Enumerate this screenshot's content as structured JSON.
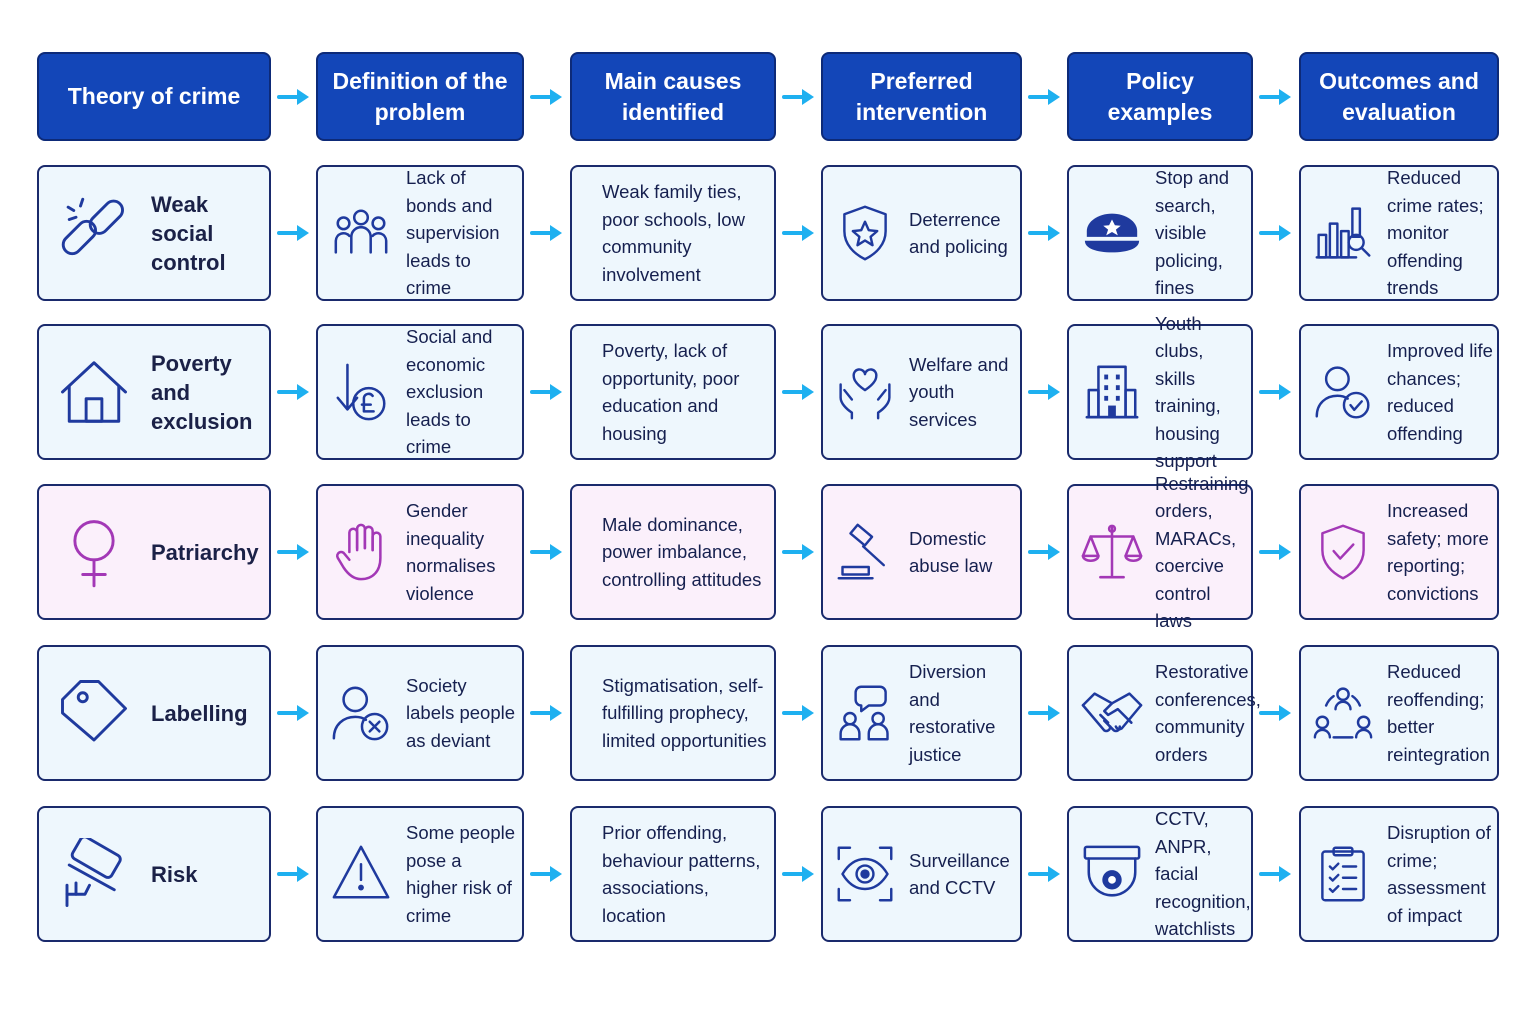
{
  "colors": {
    "header_bg": "#1346b8",
    "arrow": "#1eb0f0",
    "icon_blue": "#1f3a9e",
    "icon_purple": "#a338b6",
    "cell_bg": "#eef7fd",
    "cell_bg_pink": "#fbf0fb"
  },
  "headers": [
    "Theory of crime",
    "Definition of the problem",
    "Main causes identified",
    "Preferred intervention",
    "Policy examples",
    "Outcomes and evaluation"
  ],
  "rows": [
    {
      "highlight": false,
      "theory": {
        "icon": "broken-chain-icon",
        "text": "Weak social control"
      },
      "definition": {
        "icon": "people-group-icon",
        "text": "Lack of bonds and supervision leads to crime"
      },
      "causes": "Weak family ties, poor schools, low community involvement",
      "intervention": {
        "icon": "police-shield-icon",
        "text": "Deterrence and policing"
      },
      "policy": {
        "icon": "police-cap-icon",
        "text": "Stop and search, visible policing, fines"
      },
      "outcome": {
        "icon": "bar-chart-magnifier-icon",
        "text": "Reduced crime rates; monitor offending trends"
      }
    },
    {
      "highlight": false,
      "theory": {
        "icon": "house-icon",
        "text": "Poverty and exclusion"
      },
      "definition": {
        "icon": "down-arrow-pound-icon",
        "text": "Social and economic exclusion leads to crime"
      },
      "causes": "Poverty, lack of opportunity, poor education and housing",
      "intervention": {
        "icon": "hands-heart-icon",
        "text": "Welfare and youth services"
      },
      "policy": {
        "icon": "building-icon",
        "text": "Youth clubs, skills training, housing support"
      },
      "outcome": {
        "icon": "person-check-icon",
        "text": "Improved life chances; reduced offending"
      }
    },
    {
      "highlight": true,
      "theory": {
        "icon": "female-symbol-icon",
        "text": "Patriarchy"
      },
      "definition": {
        "icon": "raised-hand-icon",
        "text": "Gender inequality normalises violence"
      },
      "causes": "Male dominance, power imbalance, controlling attitudes",
      "intervention": {
        "icon": "gavel-icon",
        "text": "Domestic abuse law"
      },
      "policy": {
        "icon": "scales-icon",
        "text": "Restraining orders, MARACs, coercive control laws"
      },
      "outcome": {
        "icon": "shield-check-icon",
        "text": "Increased safety; more reporting; convictions"
      }
    },
    {
      "highlight": false,
      "theory": {
        "icon": "tag-icon",
        "text": "Labelling"
      },
      "definition": {
        "icon": "person-x-icon",
        "text": "Society labels people as deviant"
      },
      "causes": "Stigmatisation, self-fulfilling prophecy, limited opportunities",
      "intervention": {
        "icon": "people-speech-icon",
        "text": "Diversion and restorative justice"
      },
      "policy": {
        "icon": "handshake-icon",
        "text": "Restorative conferences, community orders"
      },
      "outcome": {
        "icon": "people-cycle-icon",
        "text": "Reduced reoffending; better reintegration"
      }
    },
    {
      "highlight": false,
      "theory": {
        "icon": "cctv-camera-icon",
        "text": "Risk"
      },
      "definition": {
        "icon": "warning-triangle-icon",
        "text": "Some people pose a higher risk of crime"
      },
      "causes": "Prior offending, behaviour patterns, associations, location",
      "intervention": {
        "icon": "eye-scan-icon",
        "text": "Surveillance and CCTV"
      },
      "policy": {
        "icon": "dome-camera-icon",
        "text": "CCTV, ANPR, facial recognition, watchlists"
      },
      "outcome": {
        "icon": "clipboard-checklist-icon",
        "text": "Disruption of crime; assessment of impact"
      }
    }
  ]
}
